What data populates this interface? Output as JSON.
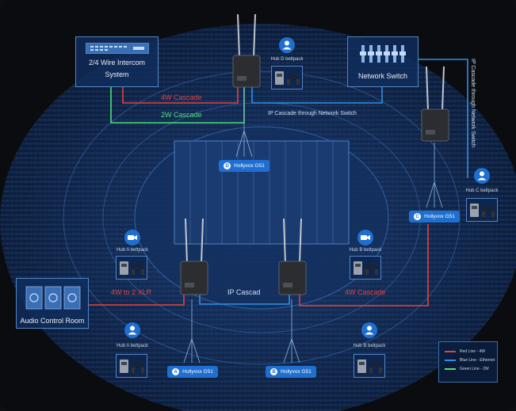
{
  "colors": {
    "red": "#e4413f",
    "blue": "#2f8fe6",
    "green": "#4fe07a",
    "accent": "#1f6fd1"
  },
  "intercom": {
    "title_line1": "2/4 Wire Intercom",
    "title_line2": "System"
  },
  "network_switch": {
    "title": "Network Switch"
  },
  "control_room": {
    "title": "Audio Control Room"
  },
  "links": {
    "cascade_4w_top": "4W Cascade",
    "cascade_2w": "2W Cascade",
    "ip_cascade_switch": "IP Cascade through Network Switch",
    "ip_cascade_vertical": "IP Cascade through Network Switch",
    "xlr": "4W to 2 XLR",
    "ip_cascad": "IP Cascad",
    "cascade_4w_bottom": "4W Cascade"
  },
  "hubs": {
    "a": {
      "badge": "A",
      "name": "Hollyvox G51"
    },
    "b": {
      "badge": "B",
      "name": "Hollyvox G51"
    },
    "c": {
      "badge": "C",
      "name": "Hollyvox G51"
    },
    "d": {
      "badge": "D",
      "name": "Hollyvox G51"
    }
  },
  "beltpacks": {
    "hub_d": "Hub D beltpack",
    "hub_c": "Hub C beltpack",
    "hub_a_camera": "Hub A beltpack",
    "hub_b_camera": "Hub B beltpack",
    "hub_a_user": "Hub A beltpack",
    "hub_b_user": "Hub B beltpack"
  },
  "legend": [
    {
      "label": "Red Line - 4W",
      "color": "#e4413f"
    },
    {
      "label": "Blue Line - Ethernet",
      "color": "#2f8fe6"
    },
    {
      "label": "Green Line - 2W",
      "color": "#4fe07a"
    }
  ]
}
